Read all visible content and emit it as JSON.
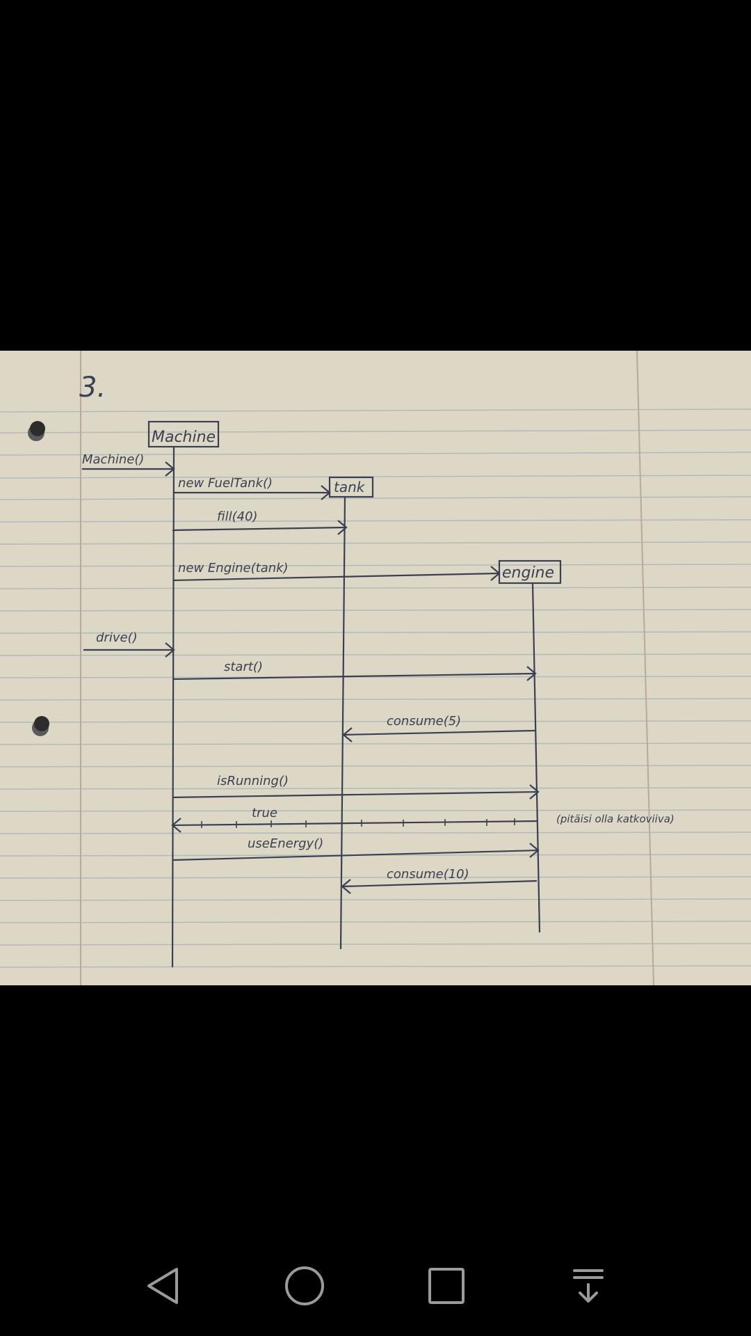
{
  "page": {
    "background": "#000000"
  },
  "photo": {
    "paper_color": "#ddd8c6",
    "ink_color": "#3a3f52",
    "rule_color": "#a9b2b8",
    "margin_color": "#b9a8a0",
    "heading": "3.",
    "lifelines": {
      "machine": "Machine",
      "tank": "tank",
      "engine": "engine"
    },
    "messages": [
      "Machine()",
      "new FuelTank()",
      "fill(40)",
      "new Engine(tank)",
      "drive()",
      "start()",
      "consume(5)",
      "isRunning()",
      "true",
      "useEnergy()",
      "consume(10)"
    ],
    "side_note": "(pitäisi olla katkoviiva)"
  },
  "nav": {
    "back": "back-icon",
    "home": "home-icon",
    "recents": "recents-icon",
    "notifications": "notification-pull-icon"
  }
}
